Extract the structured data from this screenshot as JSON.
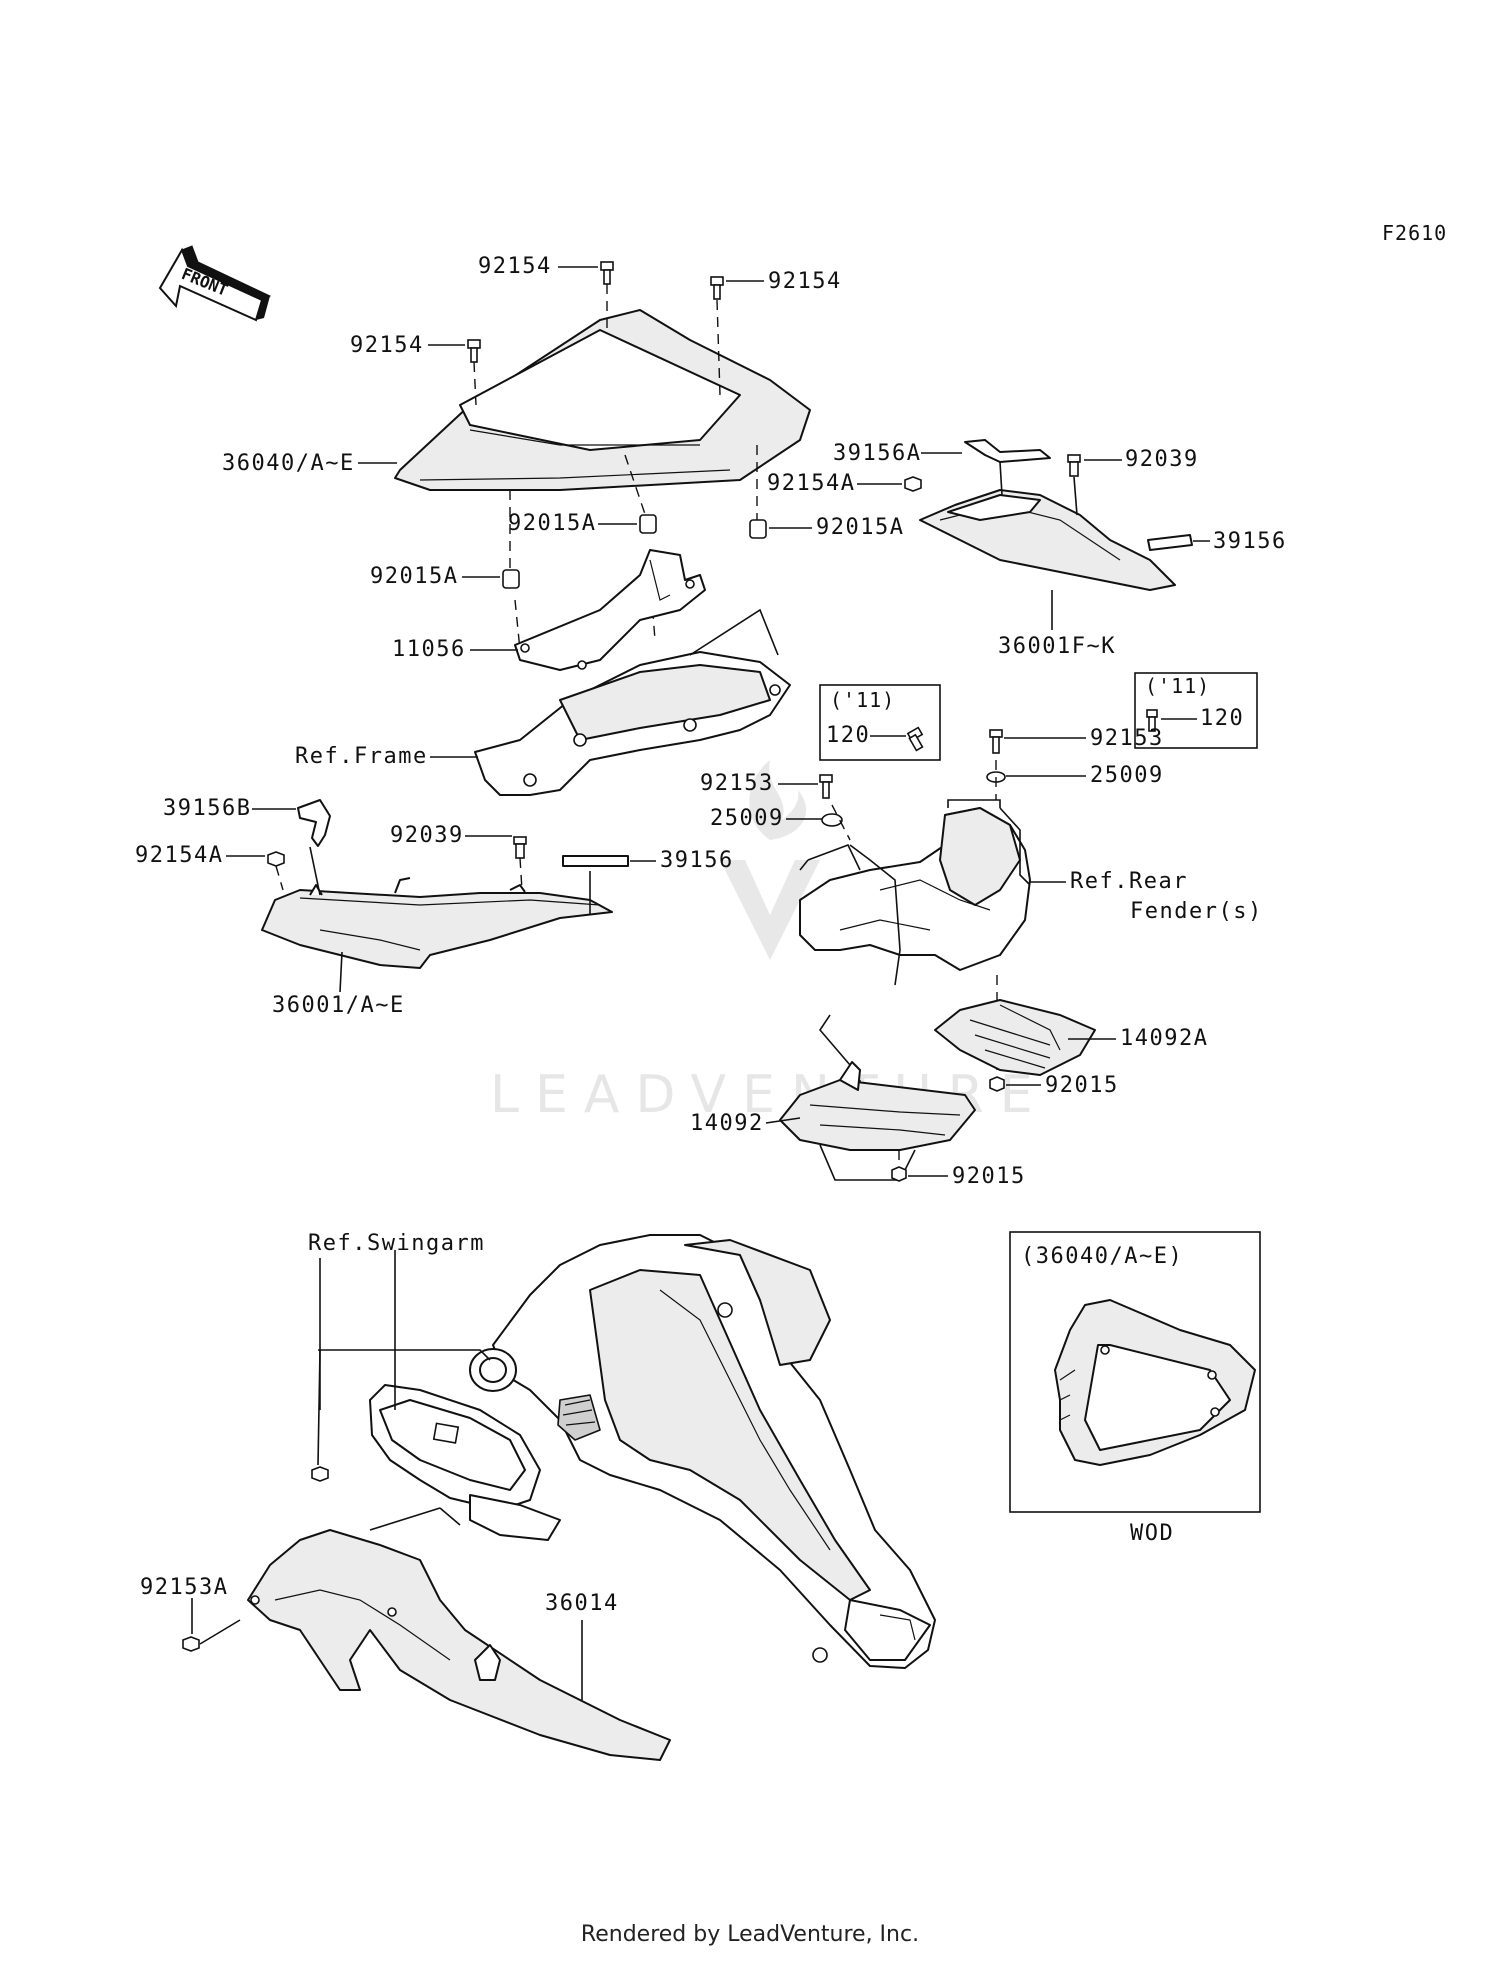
{
  "diagram_code": "F2610",
  "front_arrow_label": "FRONT",
  "callouts": {
    "p92154_top": "92154",
    "p92154_right": "92154",
    "p92154_left": "92154",
    "p36040": "36040/A~E",
    "p92015A_mid": "92015A",
    "p92015A_left": "92015A",
    "p92015A_right": "92015A",
    "p11056": "11056",
    "ref_frame": "Ref.Frame",
    "p39156A": "39156A",
    "p92154A_right": "92154A",
    "p92039_right": "92039",
    "p39156_right": "39156",
    "p36001FK": "36001F~K",
    "y11_left_year": "('11)",
    "y11_left_part": "120",
    "y11_right_year": "('11)",
    "y11_right_part": "120",
    "p92153_right": "92153",
    "p25009_right": "25009",
    "p92153_mid": "92153",
    "p25009_mid": "25009",
    "ref_rear_fender_1": "Ref.Rear",
    "ref_rear_fender_2": "Fender(s)",
    "p39156B": "39156B",
    "p92039_left": "92039",
    "p92154A_left": "92154A",
    "p39156_left": "39156",
    "p36001AE": "36001/A~E",
    "p14092A": "14092A",
    "p92015_upper": "92015",
    "p14092": "14092",
    "p92015_lower": "92015",
    "ref_swingarm": "Ref.Swingarm",
    "inset_title": "(36040/A~E)",
    "inset_caption": "WOD",
    "p92153A": "92153A",
    "p36014": "36014"
  },
  "watermark": "LEADVENTURE",
  "footer": "Rendered by LeadVenture, Inc."
}
